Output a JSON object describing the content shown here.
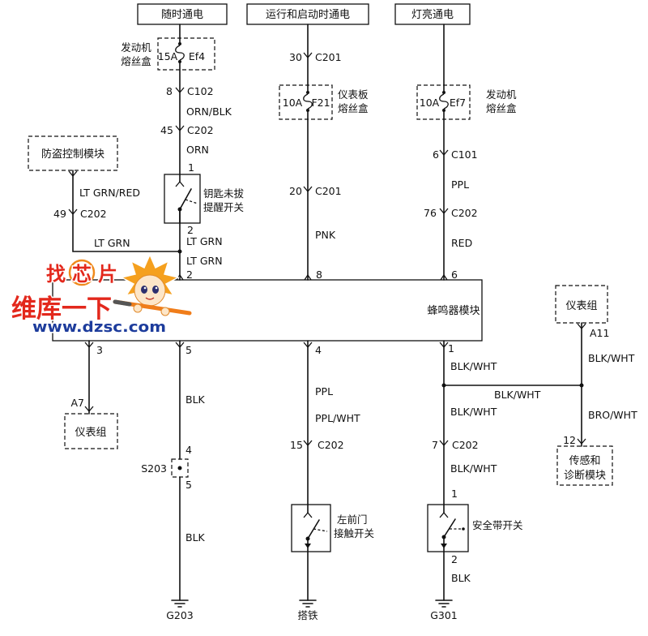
{
  "power": {
    "battery": "随时通电",
    "run_start": "运行和启动时通电",
    "lights_on": "灯亮通电"
  },
  "fuse_ef4": {
    "rating": "15A",
    "id": "Ef4",
    "location_line1": "发动机",
    "location_line2": "熔丝盒"
  },
  "fuse_f21": {
    "rating": "10A",
    "id": "F21",
    "location_line1": "仪表板",
    "location_line2": "熔丝盒"
  },
  "fuse_ef7": {
    "rating": "10A",
    "id": "Ef7",
    "location_line1": "发动机",
    "location_line2": "熔丝盒"
  },
  "key_reminder_circuit": {
    "c102_pin": "8",
    "c102": "C102",
    "wire_a": "ORN/BLK",
    "c202_pin": "45",
    "c202": "C202",
    "wire_b": "ORN",
    "switch_pin_in": "1",
    "switch_line1": "钥匙未拔",
    "switch_line2": "提醒开关",
    "switch_pin_out": "2",
    "wire_c": "LT GRN",
    "wire_d": "LT GRN",
    "module_pin": "2"
  },
  "theft_circuit": {
    "module": "防盗控制模块",
    "wire_a": "LT GRN/RED",
    "c202_pin": "49",
    "c202": "C202",
    "wire_b": "LT GRN"
  },
  "run_circuit": {
    "c201_top_pin": "30",
    "c201_top": "C201",
    "c201_bottom_pin": "20",
    "c201_bottom": "C201",
    "wire": "PNK",
    "module_pin": "8"
  },
  "lights_circuit": {
    "c101_pin": "6",
    "c101": "C101",
    "wire_a": "PPL",
    "c202_pin": "76",
    "c202": "C202",
    "wire_b": "RED",
    "module_pin": "6"
  },
  "chime_module": {
    "name": "蜂鸣器模块"
  },
  "cluster_top": {
    "name": "仪表组",
    "pin": "A11",
    "wire": "BLK/WHT"
  },
  "splice_wire": "BLK/WHT",
  "sensing_module": {
    "line1": "传感和",
    "line2": "诊断模块",
    "pin": "12",
    "wire": "BRO/WHT"
  },
  "cluster_bottom": {
    "name": "仪表组",
    "pin": "A7",
    "module_pin": "3"
  },
  "ground_circuit": {
    "module_pin": "5",
    "wire_a": "BLK",
    "splice_pin_in": "4",
    "splice": "S203",
    "splice_pin_out": "5",
    "wire_b": "BLK",
    "ground": "G203"
  },
  "door_circuit": {
    "module_pin": "4",
    "wire_a": "PPL",
    "wire_b": "PPL/WHT",
    "c202_pin": "15",
    "c202": "C202",
    "switch_line1": "左前门",
    "switch_line2": "接触开关",
    "ground": "搭铁"
  },
  "seatbelt_circuit": {
    "module_pin": "1",
    "wire_a": "BLK/WHT",
    "wire_b": "BLK/WHT",
    "c202_pin": "7",
    "c202": "C202",
    "wire_c": "BLK/WHT",
    "switch_pin_in": "1",
    "switch": "安全带开关",
    "switch_pin_out": "2",
    "wire_d": "BLK",
    "ground": "G301"
  },
  "watermark": {
    "line1": "找芯片",
    "line2": "维库一下",
    "url": "www.dzsc.com"
  },
  "colors": {
    "line": "#111111",
    "watermark_red": "#e3281c",
    "watermark_blue": "#1d3c9c"
  }
}
